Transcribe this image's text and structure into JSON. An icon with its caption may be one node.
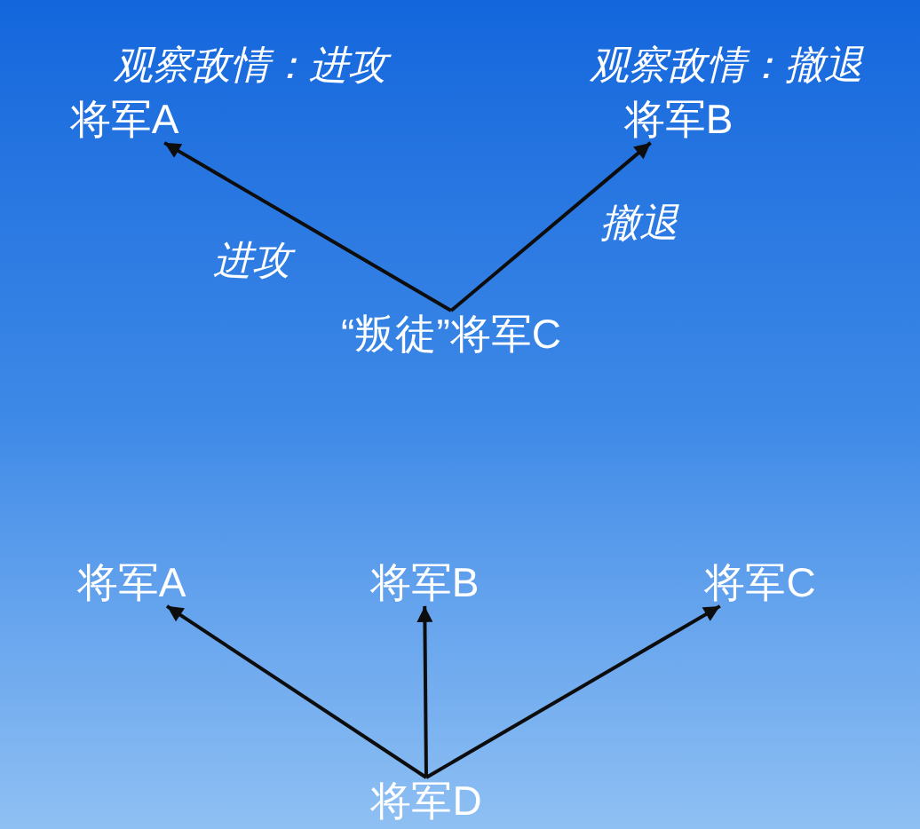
{
  "diagram": {
    "nodes": [
      {
        "text": [
          "将军A"
        ],
        "beside": [
          "观察敌情：进攻"
        ]
      },
      {
        "text": [
          "将军B"
        ],
        "beside": [
          "观察敌情：撤退"
        ]
      },
      {
        "text": [
          "“叛徒”将军C"
        ]
      },
      {
        "text": [
          "将军A"
        ]
      },
      {
        "text": [
          "将军B"
        ]
      },
      {
        "text": [
          "将军C"
        ]
      },
      {
        "text": [
          "将军D"
        ]
      }
    ],
    "edges": [
      {
        "from": 2,
        "to": 0,
        "arrow": "to",
        "label": "进攻"
      },
      {
        "from": 2,
        "to": 1,
        "arrow": "to",
        "label": "撤退"
      },
      {
        "from": 6,
        "to": 3,
        "arrow": "to"
      },
      {
        "from": 6,
        "to": 4,
        "arrow": "to"
      },
      {
        "from": 6,
        "to": 5,
        "arrow": "to"
      }
    ]
  }
}
